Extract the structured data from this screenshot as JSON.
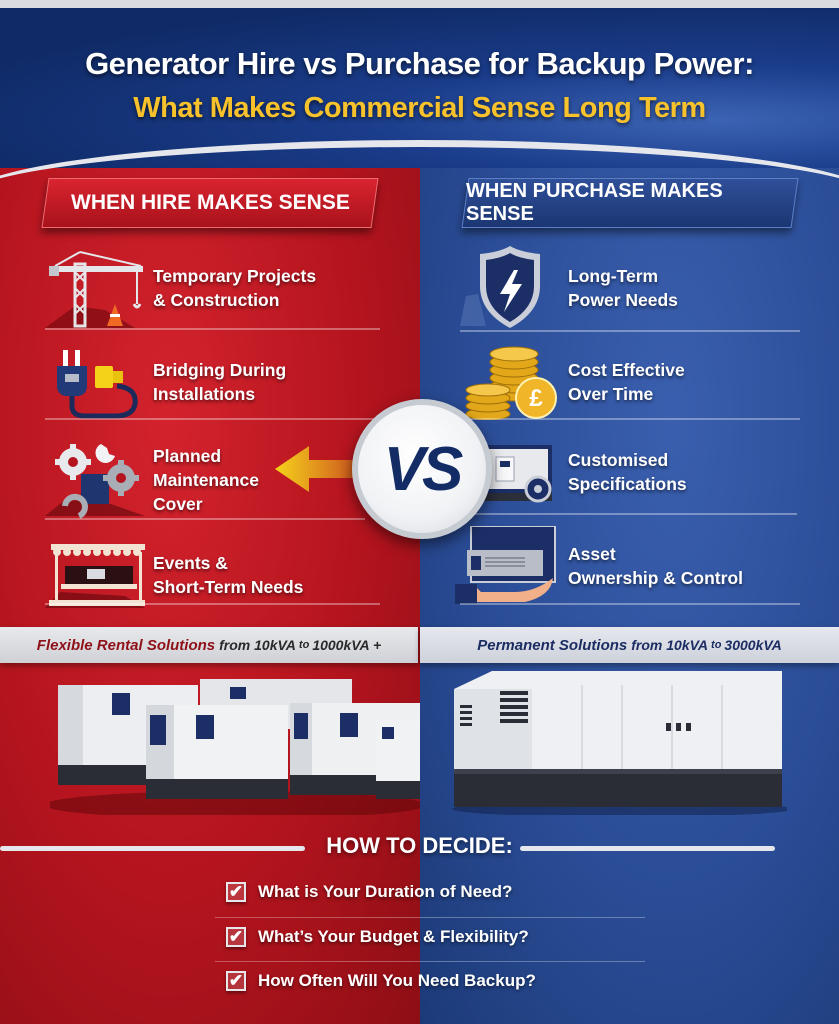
{
  "header": {
    "title": "Generator Hire vs Purchase for Backup Power:",
    "subtitle": "What Makes Commercial Sense Long Term"
  },
  "colors": {
    "hire_red": "#b4141e",
    "purchase_blue": "#2b4d97",
    "title_yellow": "#f7c22b",
    "vs_navy": "#132c66",
    "arrow_yellow": "#f5d21a"
  },
  "hire": {
    "banner": "WHEN HIRE MAKES SENSE",
    "items": [
      {
        "icon": "crane-icon",
        "label": "Temporary Projects\n& Construction"
      },
      {
        "icon": "plug-icon",
        "label": "Bridging During\nInstallations"
      },
      {
        "icon": "gears-wrench-icon",
        "label": "Planned\nMaintenance\nCover"
      },
      {
        "icon": "event-stall-icon",
        "label": "Events &\nShort-Term Needs"
      }
    ],
    "range": {
      "lead": "Flexible Rental Solutions",
      "from": "from 10kVA",
      "to": "to",
      "max": "1000kVA +"
    }
  },
  "purchase": {
    "banner": "WHEN PURCHASE MAKES SENSE",
    "items": [
      {
        "icon": "shield-lightning-icon",
        "label": "Long-Term\nPower Needs"
      },
      {
        "icon": "pound-coins-icon",
        "label": "Cost Effective\nOver Time"
      },
      {
        "icon": "generator-gear-icon",
        "label": "Customised\nSpecifications"
      },
      {
        "icon": "hand-asset-icon",
        "label": "Asset\nOwnership & Control"
      }
    ],
    "range": {
      "lead": "Permanent Solutions",
      "from": "from 10kVA",
      "to": "to",
      "max": "3000kVA"
    }
  },
  "vs": {
    "label": "VS"
  },
  "decide": {
    "title": "HOW TO DECIDE:",
    "items": [
      {
        "check": "✔",
        "label": "What is Your Duration of Need?"
      },
      {
        "check": "✔",
        "label": "What’s Your Budget & Flexibility?"
      },
      {
        "check": "✔",
        "label": "How Often Will You Need Backup?"
      }
    ]
  }
}
